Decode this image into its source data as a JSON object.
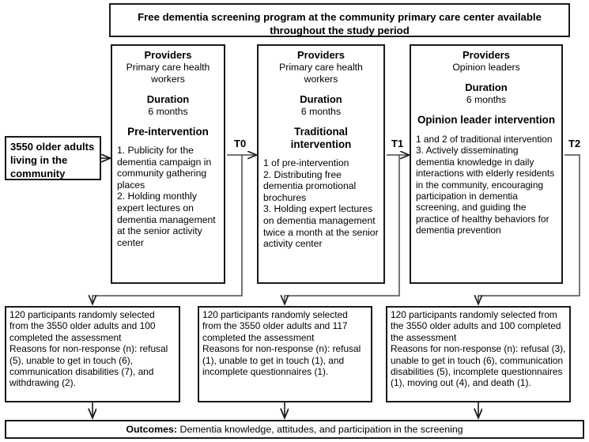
{
  "banner": {
    "text": "Free dementia screening program at the community primary care center available throughout the study period"
  },
  "population": {
    "text": "3550 older adults living in the community"
  },
  "labels": {
    "providers": "Providers",
    "duration": "Duration"
  },
  "timepoints": {
    "t0": "T0",
    "t1": "T1",
    "t2": "T2"
  },
  "arms": [
    {
      "providers_value": "Primary care health workers",
      "duration_value": "6 months",
      "title": "Pre-intervention",
      "body": "1. Publicity for the dementia campaign in community gathering places\n2. Holding monthly expert lectures on dementia management at the senior activity center"
    },
    {
      "providers_value": "Primary care health workers",
      "duration_value": "6 months",
      "title": "Traditional intervention",
      "body": "1 of pre-intervention\n2. Distributing free dementia promotional brochures\n3. Holding expert lectures on dementia management twice a month at the senior activity center"
    },
    {
      "providers_value": "Opinion leaders",
      "duration_value": "6 months",
      "title": "Opinion leader intervention",
      "body": "1 and 2 of traditional intervention\n3. Actively disseminating dementia knowledge in daily interactions with elderly residents in the community, encouraging participation in dementia screening, and guiding the practice of healthy behaviors for dementia prevention"
    }
  ],
  "results": [
    {
      "text": "120 participants randomly selected from the 3550 older adults and 100 completed the assessment\nReasons for non-response (n): refusal (5), unable to get in touch (6), communication disabilities (7), and withdrawing (2)."
    },
    {
      "text": "120 participants randomly selected from the 3550 older adults and 117 completed the assessment\nReasons for non-response (n): refusal (1), unable to get in touch (1), and incomplete questionnaires (1)."
    },
    {
      "text": "120 participants randomly selected from the 3550 older adults and 100 completed the assessment\nReasons for non-response (n): refusal (3), unable to get in touch (6), communication disabilities (5), incomplete questionnaires (1), moving out (4), and death (1)."
    }
  ],
  "outcomes": {
    "label": "Outcomes:",
    "text": " Dementia knowledge, attitudes, and participation in the screening"
  },
  "colors": {
    "border": "#1a1a1a",
    "connector": "#3a3a3a",
    "background": "#ffffff",
    "text": "#000000"
  }
}
